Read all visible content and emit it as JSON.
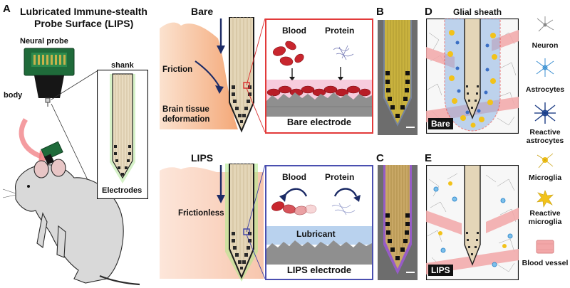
{
  "panels": {
    "a": "A",
    "b": "B",
    "c": "C",
    "d": "D",
    "e": "E"
  },
  "panel_a": {
    "title_line1": "Lubricated Immune-stealth",
    "title_line2": "Probe Surface (LIPS)",
    "neural_probe": "Neural probe",
    "body": "body",
    "shank": "shank",
    "electrodes": "Electrodes"
  },
  "bare_row": {
    "heading": "Bare",
    "friction": "Friction",
    "deformation_line1": "Brain tissue",
    "deformation_line2": "deformation",
    "blood": "Blood",
    "protein": "Protein",
    "electrode_label": "Bare electrode"
  },
  "lips_row": {
    "heading": "LIPS",
    "frictionless": "Frictionless",
    "blood": "Blood",
    "protein": "Protein",
    "lubricant": "Lubricant",
    "electrode_label": "LIPS electrode"
  },
  "panel_d": {
    "title": "Glial sheath",
    "tag": "Bare"
  },
  "panel_e": {
    "tag": "LIPS"
  },
  "legend": [
    {
      "label": "Neuron",
      "icon": "neuron-icon"
    },
    {
      "label": "Astrocytes",
      "icon": "astrocyte-icon"
    },
    {
      "label": "Reactive astrocytes",
      "icon": "reactive-astrocyte-icon"
    },
    {
      "label": "Microglia",
      "icon": "microglia-icon"
    },
    {
      "label": "Reactive microglia",
      "icon": "reactive-microglia-icon"
    },
    {
      "label": "Blood vessel",
      "icon": "blood-vessel-icon"
    }
  ],
  "colors": {
    "bare_frame": "#e23a3a",
    "lips_frame": "#4a4fb0",
    "tissue": "#f6b48a",
    "lips_glow": "#9be07a",
    "lubricant": "#b9d2ee",
    "blood": "#c8262e",
    "vessel": "#f2a7a8"
  }
}
